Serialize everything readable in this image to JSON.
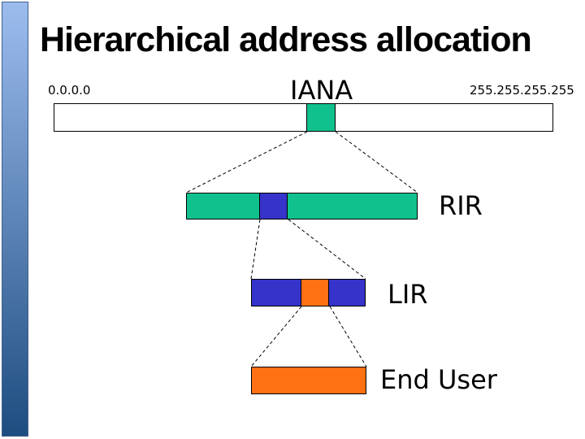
{
  "title": "Hierarchical address allocation",
  "colors": {
    "teal": "#10c18e",
    "blue": "#3533c9",
    "orange": "#ff7113",
    "accent_top": "#9cbcee",
    "accent_bottom": "#1e4d80",
    "accent_border": "#44608c"
  },
  "diagram": {
    "range_start": "0.0.0.0",
    "range_end": "255.255.255.255",
    "levels": [
      {
        "label": "IANA"
      },
      {
        "label": "RIR"
      },
      {
        "label": "LIR"
      },
      {
        "label": "End User"
      }
    ]
  }
}
